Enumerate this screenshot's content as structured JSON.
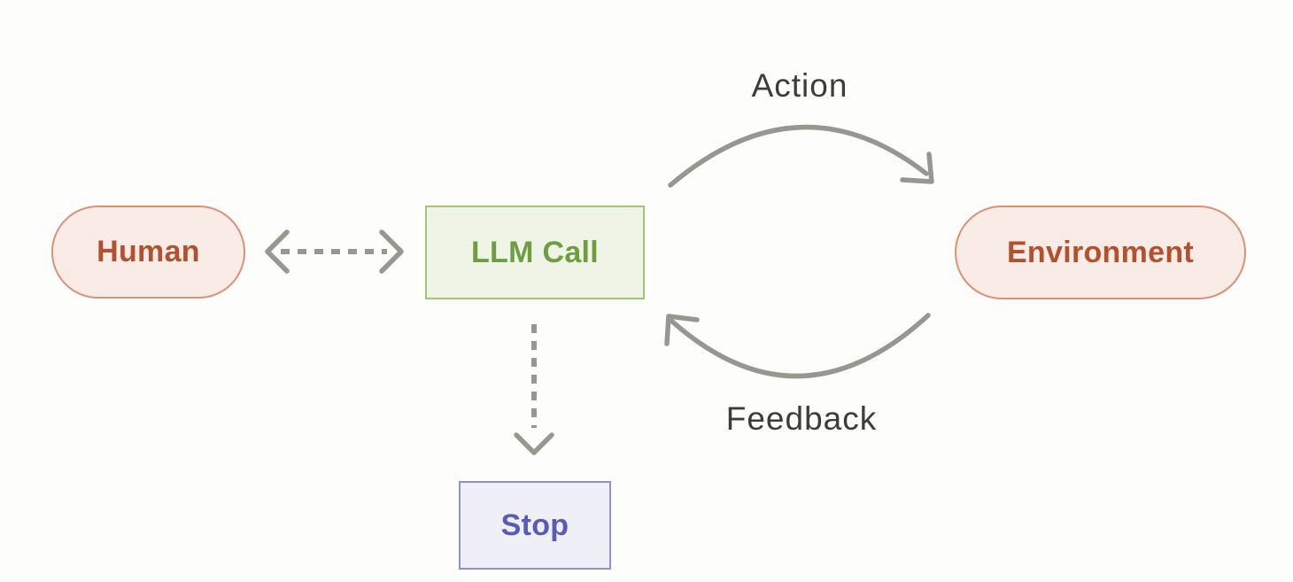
{
  "diagram": {
    "nodes": {
      "human": {
        "label": "Human"
      },
      "llm_call": {
        "label": "LLM Call"
      },
      "environment": {
        "label": "Environment"
      },
      "stop": {
        "label": "Stop"
      }
    },
    "edges": {
      "action": {
        "label": "Action",
        "from": "LLM Call",
        "to": "Environment",
        "style": "solid-curved"
      },
      "feedback": {
        "label": "Feedback",
        "from": "Environment",
        "to": "LLM Call",
        "style": "solid-curved"
      },
      "human_llm": {
        "label": "",
        "from": "Human",
        "to": "LLM Call",
        "style": "dashed-bidirectional"
      },
      "llm_stop": {
        "label": "",
        "from": "LLM Call",
        "to": "Stop",
        "style": "dashed"
      }
    },
    "colors": {
      "background": "#fdfdfc",
      "human_env_fill": "#f9ece7",
      "human_env_border": "#dc9177",
      "human_env_text": "#b3502d",
      "llm_fill": "#eff4e7",
      "llm_border": "#a2c678",
      "llm_text": "#6f9e41",
      "stop_fill": "#efeff7",
      "stop_border": "#9090d1",
      "stop_text": "#5a5ab8",
      "arrow": "#97968f",
      "label_text": "#3c3c3c"
    }
  }
}
